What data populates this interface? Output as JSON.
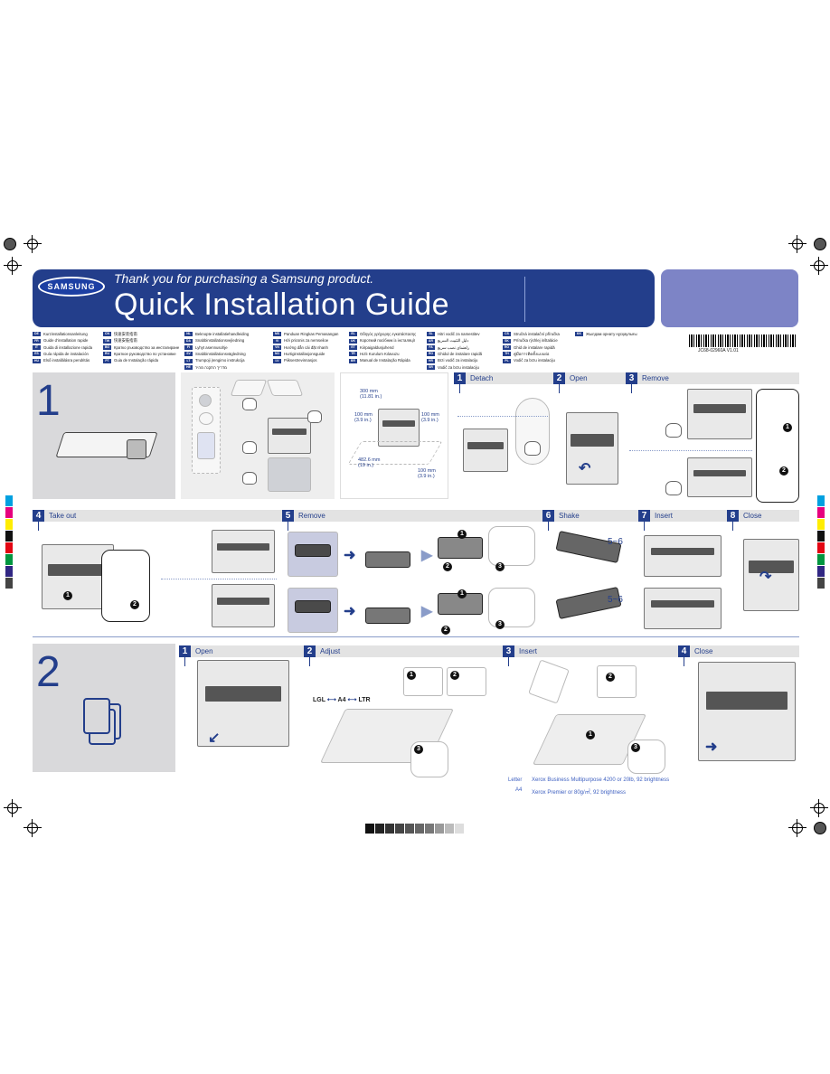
{
  "header": {
    "brand": "SAMSUNG",
    "tagline": "Thank you for purchasing a Samsung product.",
    "title": "Quick Installation Guide"
  },
  "languages": {
    "col1": [
      {
        "tag": "DE",
        "label": "Kurzinstallationsanleitung"
      },
      {
        "tag": "FR",
        "label": "Guide d’installation rapide"
      },
      {
        "tag": "IT",
        "label": "Guida di installazione rapida"
      },
      {
        "tag": "ES",
        "label": "Guía rápida de instalación"
      },
      {
        "tag": "HU",
        "label": "Első installálásra pendritás"
      }
    ],
    "col2": [
      {
        "tag": "CN",
        "label": "快速安装指南"
      },
      {
        "tag": "TW",
        "label": "快速安裝指南"
      },
      {
        "tag": "BG",
        "label": "Кратко ръководство за инсталиране"
      },
      {
        "tag": "RU",
        "label": "Краткое руководство по установке"
      },
      {
        "tag": "PT",
        "label": "Guia de Instalação rápida"
      }
    ],
    "col3": [
      {
        "tag": "NL",
        "label": "Beknopte installatiehandleiding"
      },
      {
        "tag": "DA",
        "label": "Snabbinstallationsvejledning"
      },
      {
        "tag": "FI",
        "label": "Lyhyt asennusohje"
      },
      {
        "tag": "SV",
        "label": "Snabbinstallationsvägledning"
      },
      {
        "tag": "LT",
        "label": "Trumpoji įrengimo instrukcija"
      },
      {
        "tag": "HE",
        "label": "מדריך התקנה מהיר"
      }
    ],
    "col4": [
      {
        "tag": "MS",
        "label": "Panduan Ringkas Pemasangan"
      },
      {
        "tag": "VI",
        "label": "Hởi pricsnis za nemseiloe"
      },
      {
        "tag": "VN",
        "label": "Hướng dẫn cài đặt nhanh"
      },
      {
        "tag": "NO",
        "label": "Hurtiginstallasjonsguide"
      },
      {
        "tag": "LV",
        "label": "Piiksestrevinnasjos"
      }
    ],
    "col5": [
      {
        "tag": "EL",
        "label": "Οδηγός γρήγορης εγκατάστασης"
      },
      {
        "tag": "UK",
        "label": "Короткий посібник із інсталяції"
      },
      {
        "tag": "ET",
        "label": "Kiirpaigaldusjuhend"
      },
      {
        "tag": "TR",
        "label": "Hızlı Kurulum Kılavuzu"
      },
      {
        "tag": "BR",
        "label": "Manual de Instalação Rápida"
      }
    ],
    "col6": [
      {
        "tag": "SL",
        "label": "Hitri vodič za namestitev"
      },
      {
        "tag": "AR",
        "label": "دليل التثبيت السريع"
      },
      {
        "tag": "FA",
        "label": "راهنمای نصب سریع"
      },
      {
        "tag": "RO",
        "label": "Ghidul de instalare rapidă"
      },
      {
        "tag": "HR",
        "label": "Brzi vodič za instalaciju"
      },
      {
        "tag": "SR",
        "label": "Vodič za brzu instalaciju"
      }
    ],
    "col7": [
      {
        "tag": "CS",
        "label": "Stručná instalační příručka"
      },
      {
        "tag": "SK",
        "label": "Príručka rýchlej inštalácie"
      },
      {
        "tag": "RO",
        "label": "Ghid de instalare rapidă"
      },
      {
        "tag": "TH",
        "label": "คู่มือการติดตั้งแบบย่อ"
      },
      {
        "tag": "PL",
        "label": "Vodič za brzu instalaciju"
      }
    ],
    "col8": [
      {
        "tag": "KK",
        "label": "Жылдам орнату нұсқаулығы"
      }
    ]
  },
  "barcode_number": "JC68-02960A V1.01",
  "section1": {
    "number": "1",
    "measurements": {
      "top": "300 mm\n(11.81 in.)",
      "left": "100 mm\n(3.9 in.)",
      "right": "100 mm\n(3.9 in.)",
      "bottom": "482.6 mm\n(19 in.)",
      "front": "100 mm\n(3.9 in.)"
    },
    "steps_row1": [
      {
        "num": "1",
        "label": "Detach"
      },
      {
        "num": "2",
        "label": "Open"
      },
      {
        "num": "3",
        "label": "Remove"
      }
    ],
    "steps_row2": [
      {
        "num": "4",
        "label": "Take out"
      },
      {
        "num": "5",
        "label": "Remove"
      },
      {
        "num": "6",
        "label": "Shake"
      },
      {
        "num": "7",
        "label": "Insert"
      },
      {
        "num": "8",
        "label": "Close"
      }
    ],
    "shake_count": "5~6"
  },
  "section2": {
    "number": "2",
    "steps": [
      {
        "num": "1",
        "label": "Open"
      },
      {
        "num": "2",
        "label": "Adjust"
      },
      {
        "num": "3",
        "label": "Insert"
      },
      {
        "num": "4",
        "label": "Close"
      }
    ],
    "paper_sizes": [
      "LGL",
      "A4",
      "LTR"
    ],
    "media": [
      {
        "size": "Letter",
        "desc": "Xerox Business Multipurpose 4200 or 20lb, 92 brightness"
      },
      {
        "size": "A4",
        "desc": "Xerox Premier or 80g/㎡, 92 brightness"
      }
    ]
  },
  "colors": {
    "brand_blue": "#233e8b",
    "panel_gray": "#d9d9db",
    "right_box": "#7d84c6"
  }
}
